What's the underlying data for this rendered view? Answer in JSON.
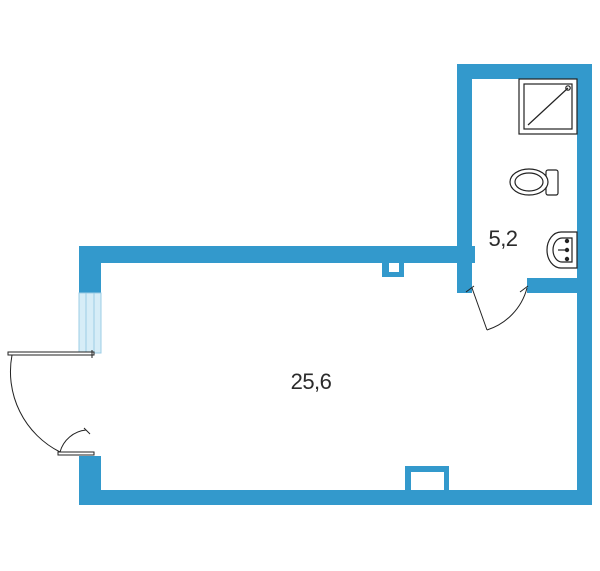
{
  "plan": {
    "wall_color": "#3399cc",
    "window_color": "#d6edf7",
    "line_color": "#222222",
    "rooms": [
      {
        "id": "main-room",
        "area": "25,6"
      },
      {
        "id": "bathroom",
        "area": "5,2"
      }
    ],
    "fixtures": [
      "shower-tray-icon",
      "toilet-icon",
      "sink-icon"
    ]
  }
}
